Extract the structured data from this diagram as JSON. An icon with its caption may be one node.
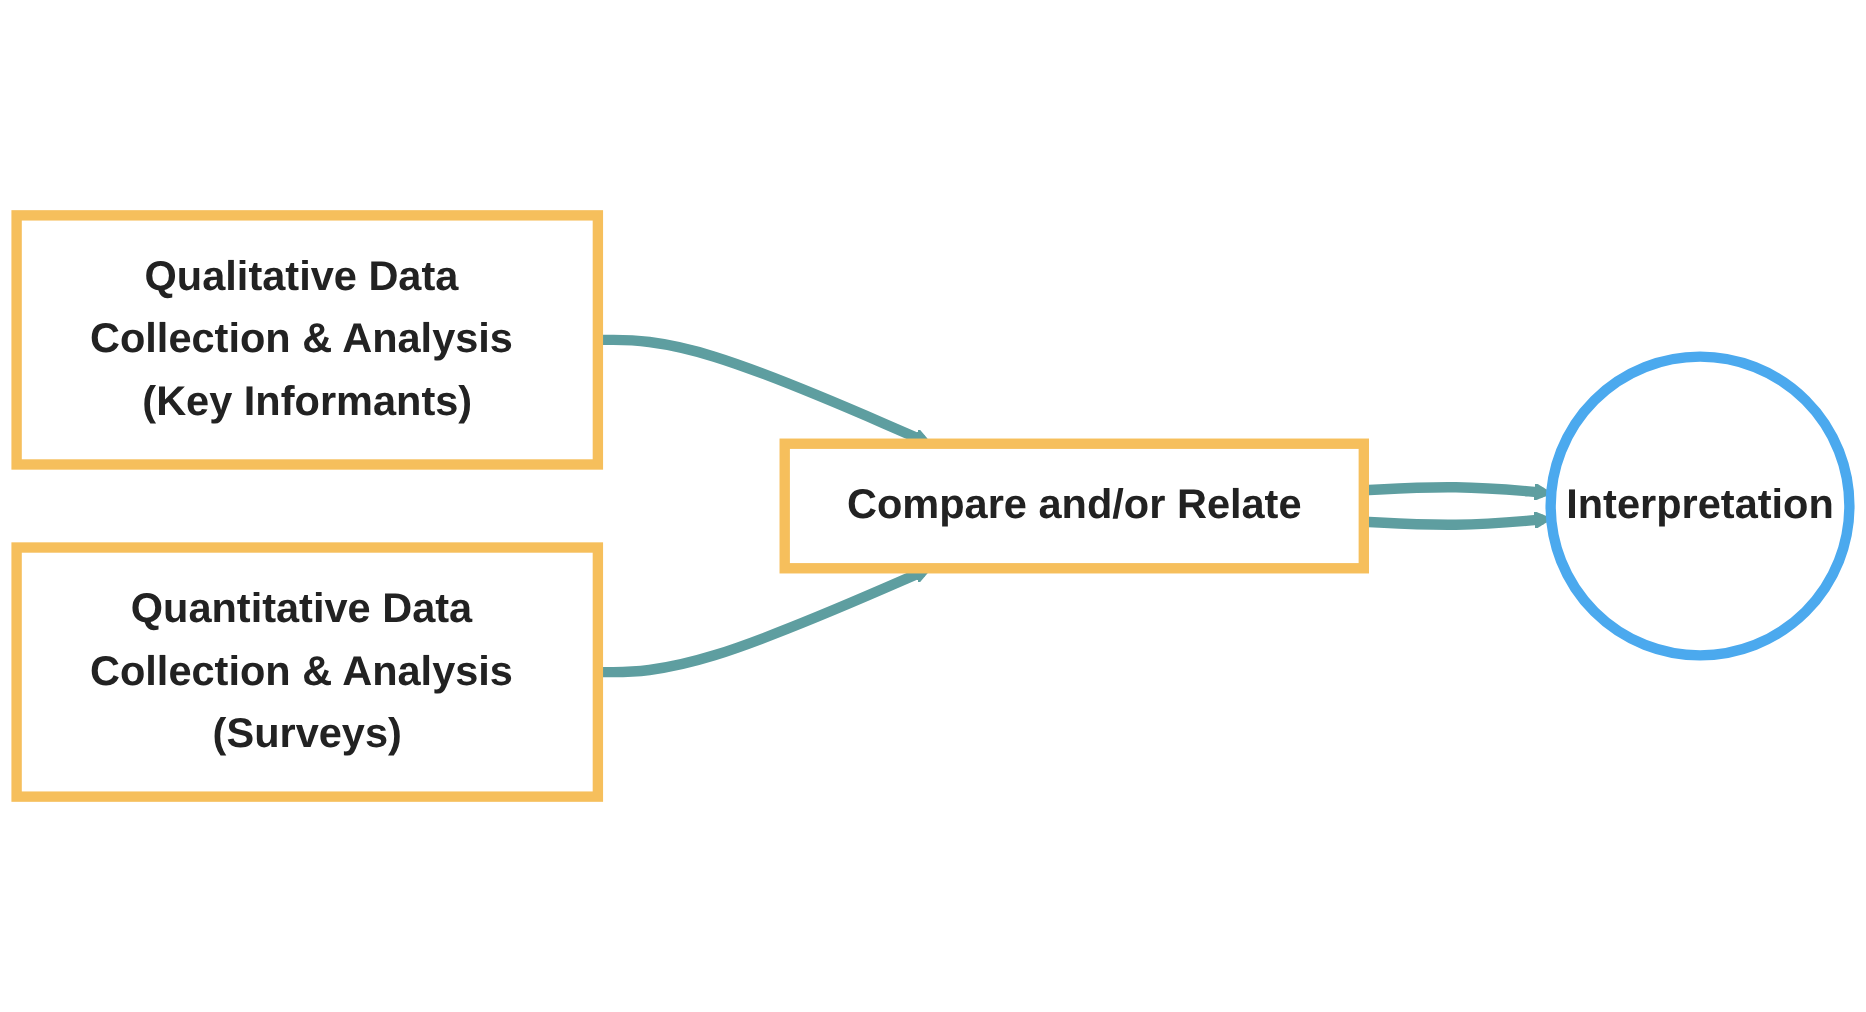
{
  "diagram": {
    "nodes": [
      {
        "text": [
          "Qualitative Data Collection & Analysis (Key Informants)"
        ]
      },
      {
        "text": [
          "Quantitative Data Collection & Analysis (Surveys)"
        ]
      },
      {
        "text": [
          "Compare and/or Relate"
        ]
      },
      {
        "text": [
          "Interpretation"
        ]
      }
    ],
    "edges": [
      {
        "from": 0,
        "to": 2,
        "arrow": "to"
      },
      {
        "from": 1,
        "to": 2,
        "arrow": "to"
      },
      {
        "from": 2,
        "to": 3,
        "arrow": "to"
      },
      {
        "from": 2,
        "to": 3,
        "arrow": "to"
      }
    ]
  }
}
